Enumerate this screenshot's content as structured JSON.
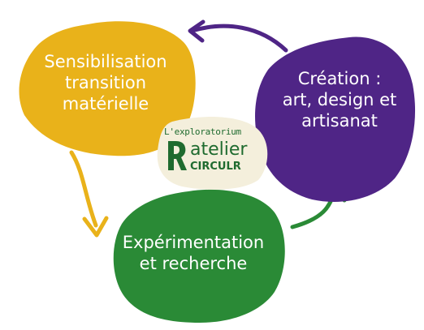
{
  "nodes": {
    "yellow": {
      "lines": [
        "Sensibilisation",
        "transition",
        "matérielle"
      ],
      "color": "#E9B21A"
    },
    "purple": {
      "lines": [
        "Création :",
        "art, design et",
        "artisanat"
      ],
      "color": "#4F2586"
    },
    "green": {
      "lines": [
        "Expérimentation",
        "et recherche"
      ],
      "color": "#2A8A36"
    }
  },
  "arrows": {
    "purple_to_yellow": {
      "color": "#4F2586"
    },
    "yellow_to_green": {
      "color": "#E9B21A"
    },
    "green_to_purple": {
      "color": "#2A8A36"
    }
  },
  "logo": {
    "top_text": "L'exploratorium",
    "main_text": "atelier",
    "sub_text": "CIRCULR",
    "color": "#1F6B2F",
    "badge_color": "#F4EFDC"
  }
}
